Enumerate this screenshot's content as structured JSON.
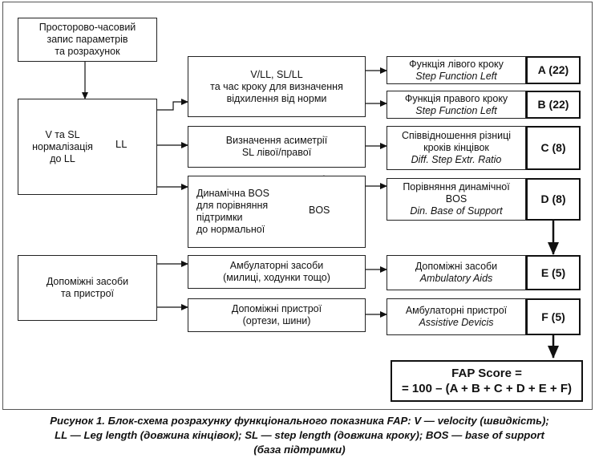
{
  "boxes": {
    "start": {
      "l1": "Просторово-часовий",
      "l2": "запис параметрів",
      "l3": "та розрахунок"
    },
    "norm": {
      "l1": "V та SL",
      "l2": "нормалізація",
      "l3": "до LL",
      "ll_label": "LL"
    },
    "assist_src": {
      "l1": "Допоміжні засоби",
      "l2": "та пристрої"
    },
    "vsl": {
      "l1": "V/LL, SL/LL",
      "l2": "та час кроку для визначення",
      "l3": "відхилення від норми"
    },
    "asym": {
      "l1": "Визначення асиметрії",
      "l2": "SL лівої/правої"
    },
    "bos": {
      "l1": "Динамічна BOS",
      "l2": "для порівняння",
      "l3": "підтримки",
      "l4": "до нормальної",
      "center": "BOS"
    },
    "amb": {
      "l1": "Амбулаторні засоби",
      "l2": "(милиці, ходунки тощо)"
    },
    "dev": {
      "l1": "Допоміжні пристрої",
      "l2": "(ортези, шини)"
    },
    "left_step": {
      "l1": "Функція лівого кроку",
      "l2": "Step Function Left"
    },
    "right_step": {
      "l1": "Функція правого кроку",
      "l2": "Step Function Left"
    },
    "ratio": {
      "l1": "Співвідношення різниці",
      "l2": "кроків кінцівок",
      "l3": "Diff. Step Extr. Ratio"
    },
    "dynbos": {
      "l1": "Порівняння динамічної",
      "l2": "BOS",
      "l3": "Din. Base of Support"
    },
    "aids": {
      "l1": "Допоміжні засоби",
      "l2": "Ambulatory Aids"
    },
    "devices": {
      "l1": "Амбулаторні пристрої",
      "l2": "Assistive Devicis"
    }
  },
  "codes": {
    "a": "A (22)",
    "b": "B (22)",
    "c": "C (8)",
    "d": "D (8)",
    "e": "E (5)",
    "f": "F (5)"
  },
  "final": {
    "l1": "FAP Score =",
    "l2": "= 100 – (A + B + C + D + E + F)"
  },
  "caption": {
    "l1": "Рисунок 1. Блок-схема розрахунку функціонального показника FAP: V — velocity (швидкість);",
    "l2": "LL — Leg length (довжина кінцівок); SL — step length (довжина кроку); BOS — base of support",
    "l3": "(база підтримки)"
  }
}
